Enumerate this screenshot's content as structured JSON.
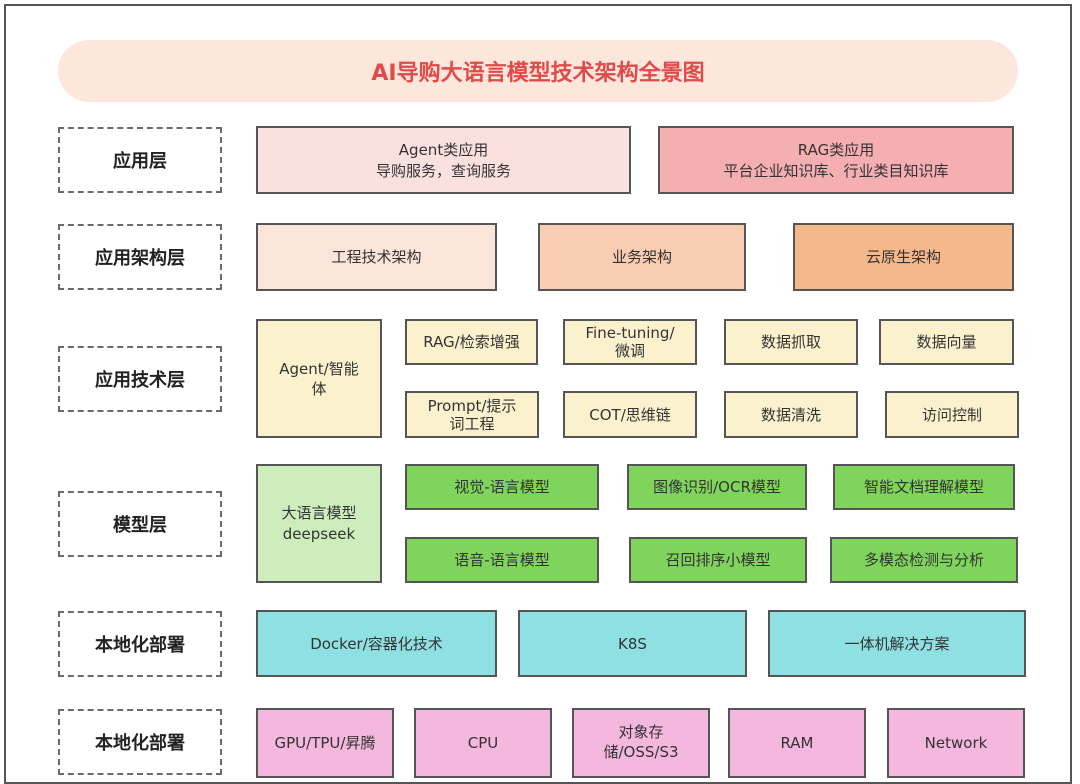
{
  "title": "AI导购大语言模型技术架构全景图",
  "colors": {
    "title_text": "#e04a48",
    "title_bg": "#fde7dd",
    "app_pink_light": "#fbe0e0",
    "app_pink": "#f5aeb2",
    "arch_light": "#fbe4da",
    "arch_mid": "#f8cdb1",
    "arch_dark": "#f5b88a",
    "tech_yellow": "#fbf2cd",
    "model_light_green": "#cdeebc",
    "model_green": "#7fd55b",
    "deploy_cyan": "#8ee0e3",
    "hardware_pink": "#f4b7de"
  },
  "layers": [
    {
      "label": "应用层",
      "boxes": [
        {
          "line1": "Agent类应用",
          "line2": "导购服务，查询服务"
        },
        {
          "line1": "RAG类应用",
          "line2": "平台企业知识库、行业类目知识库"
        }
      ]
    },
    {
      "label": "应用架构层",
      "boxes": [
        {
          "line1": "工程技术架构"
        },
        {
          "line1": "业务架构"
        },
        {
          "line1": "云原生架构"
        }
      ]
    },
    {
      "label": "应用技术层",
      "boxes": [
        {
          "line1": "Agent/智能",
          "line2": "体"
        },
        {
          "line1": "RAG/检索增强"
        },
        {
          "line1": "Fine-tuning/",
          "line2": "微调"
        },
        {
          "line1": "数据抓取"
        },
        {
          "line1": "数据向量"
        },
        {
          "line1": "Prompt/提示",
          "line2": "词工程"
        },
        {
          "line1": "COT/思维链"
        },
        {
          "line1": "数据清洗"
        },
        {
          "line1": "访问控制"
        }
      ]
    },
    {
      "label": "模型层",
      "boxes": [
        {
          "line1": "大语言模型",
          "line2": "deepseek"
        },
        {
          "line1": "视觉-语言模型"
        },
        {
          "line1": "图像识别/OCR模型"
        },
        {
          "line1": "智能文档理解模型"
        },
        {
          "line1": "语音-语言模型"
        },
        {
          "line1": "召回排序小模型"
        },
        {
          "line1": "多模态检测与分析"
        }
      ]
    },
    {
      "label": "本地化部署",
      "boxes": [
        {
          "line1": "Docker/容器化技术"
        },
        {
          "line1": "K8S"
        },
        {
          "line1": "一体机解决方案"
        }
      ]
    },
    {
      "label": "本地化部署",
      "boxes": [
        {
          "line1": "GPU/TPU/昇腾"
        },
        {
          "line1": "CPU"
        },
        {
          "line1": "对象存",
          "line2": "储/OSS/S3"
        },
        {
          "line1": "RAM"
        },
        {
          "line1": "Network"
        }
      ]
    }
  ]
}
